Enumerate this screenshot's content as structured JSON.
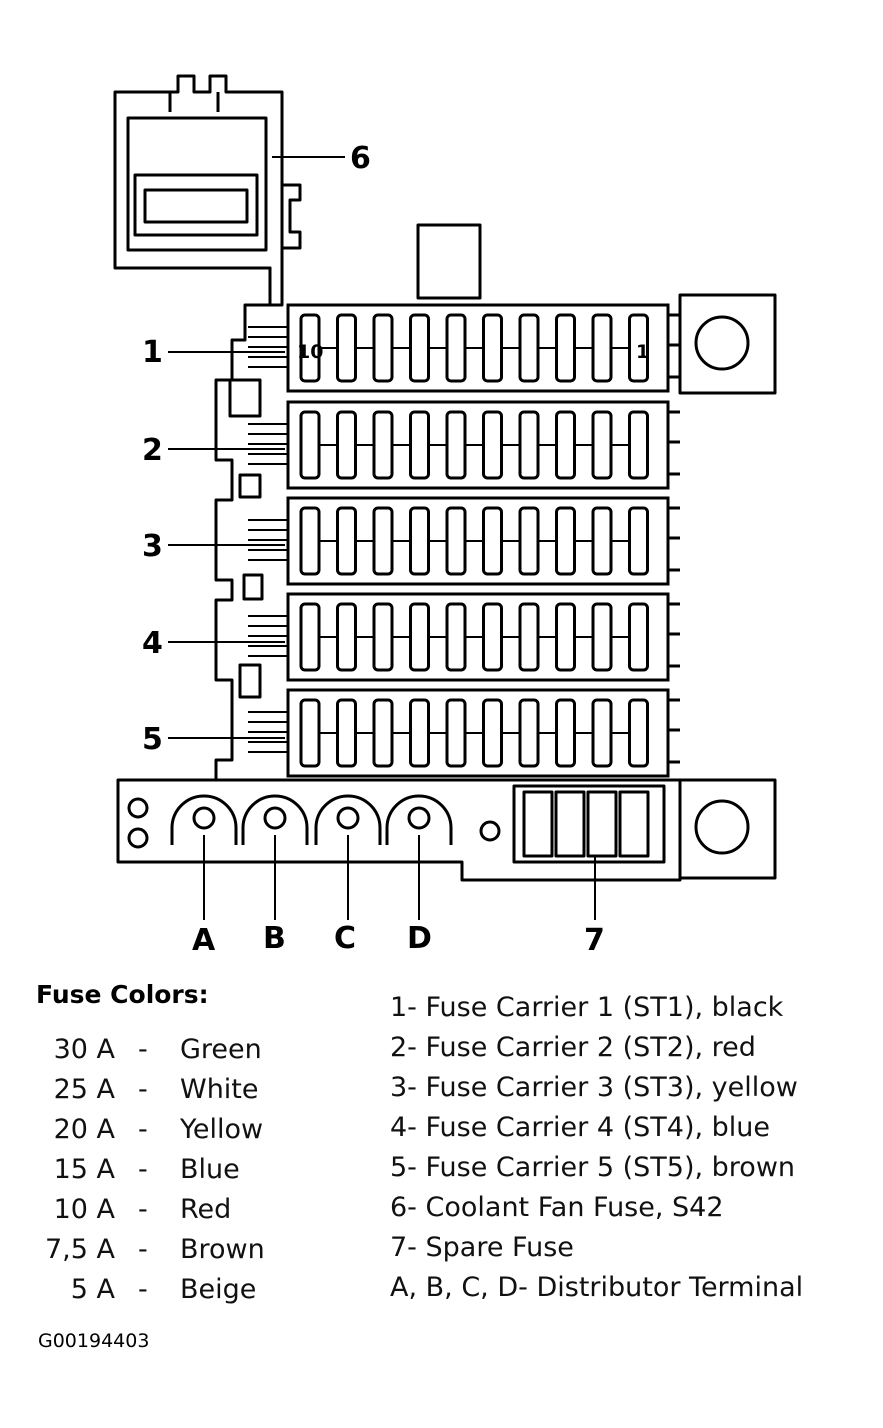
{
  "diagram": {
    "callouts": {
      "carrier1": "1",
      "carrier2": "2",
      "carrier3": "3",
      "carrier4": "4",
      "carrier5": "5",
      "coolant_fan_fuse": "6",
      "spare_fuse": "7",
      "terminal_a": "A",
      "terminal_b": "B",
      "terminal_c": "C",
      "terminal_d": "D"
    },
    "slot_labels": {
      "left": "10",
      "right": "1"
    }
  },
  "fuse_colors": {
    "title": "Fuse Colors:",
    "rows": [
      {
        "amps": "30 A",
        "dash": "-",
        "color": "Green"
      },
      {
        "amps": "25 A",
        "dash": "-",
        "color": "White"
      },
      {
        "amps": "20 A",
        "dash": "-",
        "color": "Yellow"
      },
      {
        "amps": "15 A",
        "dash": "-",
        "color": "Blue"
      },
      {
        "amps": "10 A",
        "dash": "-",
        "color": "Red"
      },
      {
        "amps": "7,5 A",
        "dash": "-",
        "color": "Brown"
      },
      {
        "amps": "5 A",
        "dash": "-",
        "color": "Beige"
      }
    ]
  },
  "legend_items": [
    "1- Fuse Carrier 1 (ST1), black",
    "2- Fuse Carrier 2 (ST2), red",
    "3- Fuse Carrier 3 (ST3), yellow",
    "4- Fuse Carrier 4 (ST4), blue",
    "5- Fuse Carrier 5 (ST5), brown",
    "6- Coolant Fan Fuse, S42",
    "7- Spare Fuse",
    "A, B, C, D- Distributor Terminal"
  ],
  "image_code": "G00194403"
}
